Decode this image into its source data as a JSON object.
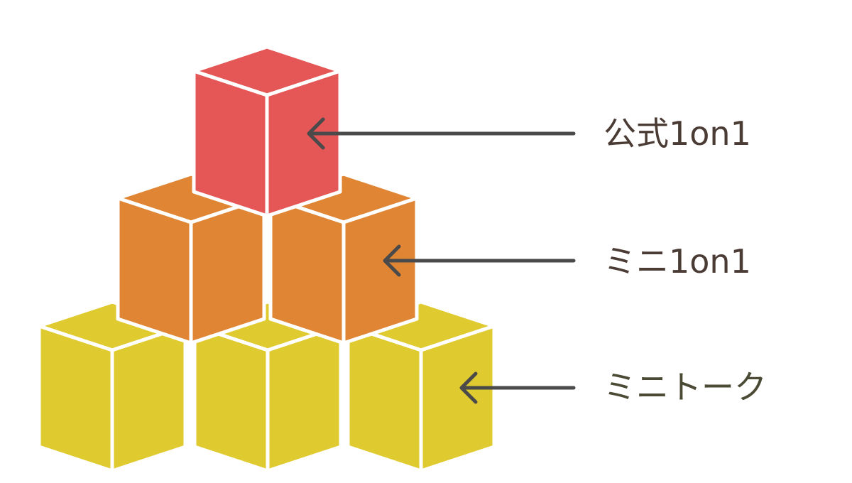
{
  "tiers": [
    {
      "label": "公式1on1",
      "color": "#e55656"
    },
    {
      "label": "ミニ1on1",
      "color": "#e08534"
    },
    {
      "label": "ミニトーク",
      "color": "#dfca2f"
    }
  ],
  "cube_outline_color": "#ffffff",
  "arrow_color": "#4a4a4a"
}
